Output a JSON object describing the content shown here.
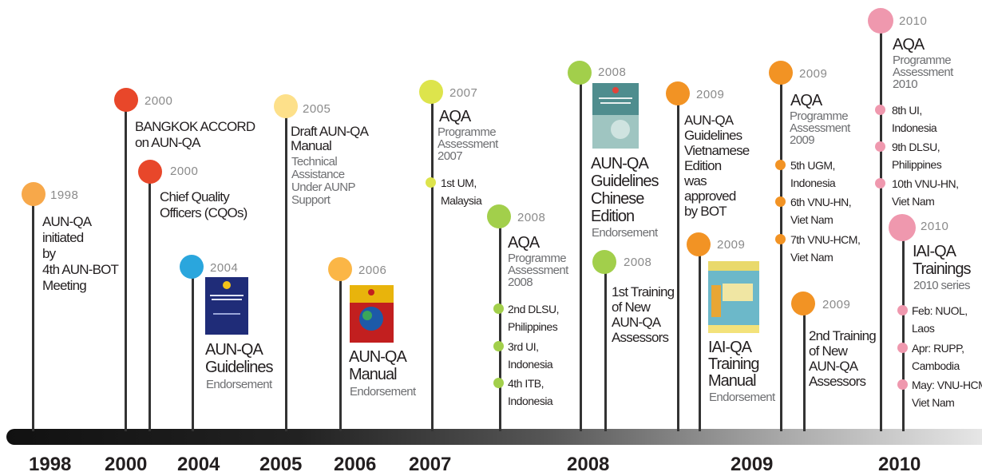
{
  "axis_years": [
    "1998",
    "2000",
    "2004",
    "2005",
    "2006",
    "2007",
    "2008",
    "2009",
    "2010"
  ],
  "colors": {
    "orange": "#f7a84a",
    "red": "#e8472a",
    "blue": "#2aa6dd",
    "yellow": "#fde08a",
    "lime": "#dde44c",
    "green": "#a2cf4b",
    "dark_orange": "#f29324",
    "pink": "#ef98ae"
  },
  "events": {
    "e1998": {
      "year": "1998",
      "lines": [
        "AUN-QA",
        "initiated",
        "by",
        "4th AUN-BOT",
        "Meeting"
      ]
    },
    "e2000a": {
      "year": "2000",
      "lines": [
        "BANGKOK ACCORD",
        "on AUN-QA"
      ]
    },
    "e2000b": {
      "year": "2000",
      "lines": [
        "Chief Quality",
        "Officers (CQOs)"
      ]
    },
    "e2004": {
      "year": "2004",
      "title": [
        "AUN-QA",
        "Guidelines"
      ],
      "sub": "Endorsement"
    },
    "e2005": {
      "year": "2005",
      "title": [
        "Draft AUN-QA",
        "Manual"
      ],
      "sub": [
        "Technical",
        "Assistance",
        "Under AUNP",
        "Support"
      ]
    },
    "e2006": {
      "year": "2006",
      "title": [
        "AUN-QA",
        "Manual"
      ],
      "sub": "Endorsement"
    },
    "e2007": {
      "year": "2007",
      "title": "AQA",
      "sub": [
        "Programme",
        "Assessment",
        "2007"
      ],
      "items": [
        "1st UM,",
        "Malaysia"
      ]
    },
    "e2008a": {
      "year": "2008",
      "title": "AQA",
      "sub": [
        "Programme",
        "Assessment",
        "2008"
      ],
      "items": [
        "2nd DLSU,",
        "Philippines",
        "3rd UI,",
        "Indonesia",
        "4th ITB,",
        "Indonesia"
      ]
    },
    "e2008b": {
      "year": "2008",
      "title": [
        "AUN-QA",
        "Guidelines",
        "Chinese",
        "Edition"
      ],
      "sub": "Endorsement"
    },
    "e2008c": {
      "year": "2008",
      "lines": [
        "1st Training",
        "of New",
        "AUN-QA",
        "Assessors"
      ]
    },
    "e2009a": {
      "year": "2009",
      "lines": [
        "AUN-QA",
        "Guidelines",
        "Vietnamese",
        "Edition",
        "was",
        "approved",
        "by BOT"
      ]
    },
    "e2009b": {
      "year": "2009",
      "title": [
        "IAI-QA",
        "Training",
        "Manual"
      ],
      "sub": "Endorsement"
    },
    "e2009c": {
      "year": "2009",
      "title": "AQA",
      "sub": [
        "Programme",
        "Assessment",
        "2009"
      ],
      "items": [
        "5th UGM,",
        "Indonesia",
        "6th VNU-HN,",
        "Viet Nam",
        "7th VNU-HCM,",
        "Viet Nam"
      ]
    },
    "e2009d": {
      "year": "2009",
      "lines": [
        "2nd Training",
        "of New",
        "AUN-QA",
        "Assessors"
      ]
    },
    "e2010a": {
      "year": "2010",
      "title": "AQA",
      "sub": [
        "Programme",
        "Assessment",
        "2010"
      ],
      "items": [
        "8th UI,",
        "Indonesia",
        "9th DLSU,",
        "Philippines",
        "10th VNU-HN,",
        "Viet Nam"
      ]
    },
    "e2010b": {
      "year": "2010",
      "title": [
        "IAI-QA",
        "Trainings"
      ],
      "sub": "2010 series",
      "items": [
        "Feb: NUOL,",
        "Laos",
        "Apr: RUPP,",
        "Cambodia",
        "May: VNU-HCM,",
        "Viet Nam"
      ]
    }
  }
}
